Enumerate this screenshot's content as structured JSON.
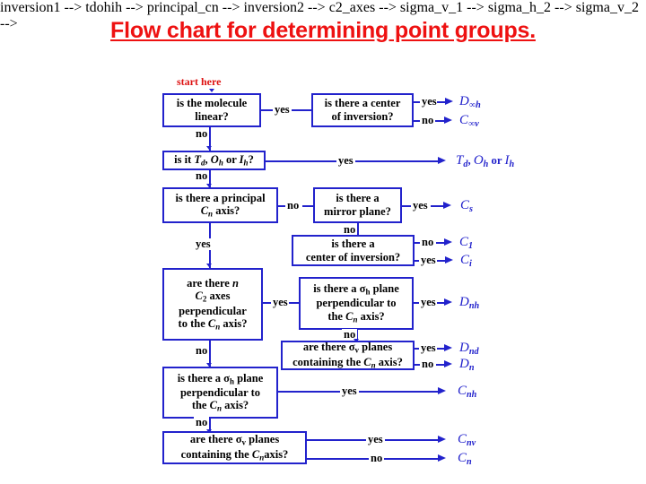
{
  "title": "Flow chart for determining point groups.",
  "start_label": "start here",
  "colors": {
    "title": "#ee1111",
    "start_label": "#dd1111",
    "box_border": "#2222cc",
    "connector": "#2222cc",
    "result_text": "#2222cc",
    "question_text": "#000000",
    "edge_label_text": "#000000",
    "background": "#ffffff"
  },
  "questions": {
    "linear": {
      "line1": "is the molecule",
      "line2": "linear?"
    },
    "inversion1": {
      "line1": "is there a center",
      "line2": "of inversion?"
    },
    "tdohih": {
      "line1": "is it T",
      "sub1": "d",
      "mid": ", O",
      "sub2": "h",
      "mid2": " or I",
      "sub3": "h",
      "end": "?",
      "plain": "is it Td, Oh or Ih?"
    },
    "principal_cn": {
      "line1": "is there a principal",
      "line2": "Cn axis?",
      "line2_pre": "C",
      "line2_sub": "n",
      "line2_post": " axis?"
    },
    "mirror_plane": {
      "line1": "is there a",
      "line2": "mirror plane?"
    },
    "inversion2": {
      "line1": "is there a",
      "line2": "center of inversion?"
    },
    "c2_axes": {
      "line1": "are there n",
      "line1_pre": "are there ",
      "line1_it": "n",
      "line2_pre": "C",
      "line2_sub": "2",
      "line2_post": " axes",
      "line3": "perpendicular",
      "line4_pre": "to the C",
      "line4_sub": "n",
      "line4_post": " axis?",
      "plain": "are there n C2 axes perpendicular to the Cn axis?"
    },
    "sigma_h_1": {
      "line1_pre": "is there a σ",
      "line1_sub": "h",
      "line1_post": " plane",
      "line2": "perpendicular to",
      "line3_pre": "the C",
      "line3_sub": "n",
      "line3_post": " axis?",
      "plain": "is there a σh plane perpendicular to the Cn axis?"
    },
    "sigma_v_1": {
      "line1_pre": "are there σ",
      "line1_sub": "v",
      "line1_post": " planes",
      "line2_pre": "containing the C",
      "line2_sub": "n",
      "line2_post": " axis?",
      "plain": "are there σv planes containing the Cn axis?"
    },
    "sigma_h_2": {
      "line1_pre": "is there a σ",
      "line1_sub": "h",
      "line1_post": " plane",
      "line2": "perpendicular to",
      "line3_pre": "the C",
      "line3_sub": "n",
      "line3_post": " axis?",
      "plain": "is there a σh plane perpendicular to the Cn axis?"
    },
    "sigma_v_2": {
      "line1_pre": "are there σ",
      "line1_sub": "v",
      "line1_post": " planes",
      "line2_pre": "containing the C",
      "line2_sub": "n",
      "line2_post": " axis?",
      "plain": "are there σv planes containing the Cn axis?"
    }
  },
  "edges": {
    "yes": "yes",
    "no": "no"
  },
  "results": {
    "d_inf_h": {
      "base": "D",
      "sub": "∞h"
    },
    "c_inf_v": {
      "base": "C",
      "sub": "∞v"
    },
    "td_oh_ih": {
      "t": "T",
      "t_sub": "d",
      "comma": ", ",
      "o": "O",
      "o_sub": "h",
      "or": " or ",
      "i": "I",
      "i_sub": "h"
    },
    "cs": {
      "base": "C",
      "sub": "s"
    },
    "c1": {
      "base": "C",
      "sub": "1"
    },
    "ci": {
      "base": "C",
      "sub": "i"
    },
    "dnh": {
      "base": "D",
      "sub": "nh"
    },
    "dnd": {
      "base": "D",
      "sub": "nd"
    },
    "dn": {
      "base": "D",
      "sub": "n"
    },
    "cnh": {
      "base": "C",
      "sub": "nh"
    },
    "cnv": {
      "base": "C",
      "sub": "nv"
    },
    "cn": {
      "base": "C",
      "sub": "n"
    }
  },
  "flow_structure": {
    "nodes": [
      {
        "id": "linear",
        "text": "is the molecule linear?",
        "yes": "inversion1",
        "no": "tdohih"
      },
      {
        "id": "inversion1",
        "text": "is there a center of inversion?",
        "yes": "D∞h",
        "no": "C∞v"
      },
      {
        "id": "tdohih",
        "text": "is it Td, Oh or Ih?",
        "yes": "Td, Oh or Ih",
        "no": "principal_cn"
      },
      {
        "id": "principal_cn",
        "text": "is there a principal Cn axis?",
        "yes": "c2_axes",
        "no": "mirror_plane"
      },
      {
        "id": "mirror_plane",
        "text": "is there a mirror plane?",
        "yes": "Cs",
        "no": "inversion2"
      },
      {
        "id": "inversion2",
        "text": "is there a center of inversion?",
        "yes": "Ci",
        "no": "C1"
      },
      {
        "id": "c2_axes",
        "text": "are there n C2 axes perpendicular to the Cn axis?",
        "yes": "sigma_h_1",
        "no": "sigma_h_2"
      },
      {
        "id": "sigma_h_1",
        "text": "is there a σh plane perpendicular to the Cn axis?",
        "yes": "Dnh",
        "no": "sigma_v_1"
      },
      {
        "id": "sigma_v_1",
        "text": "are there σv planes containing the Cn axis?",
        "yes": "Dnd",
        "no": "Dn"
      },
      {
        "id": "sigma_h_2",
        "text": "is there a σh plane perpendicular to the Cn axis?",
        "yes": "Cnh",
        "no": "sigma_v_2"
      },
      {
        "id": "sigma_v_2",
        "text": "are there σv planes containing the Cn axis?",
        "yes": "Cnv",
        "no": "Cn"
      }
    ]
  }
}
